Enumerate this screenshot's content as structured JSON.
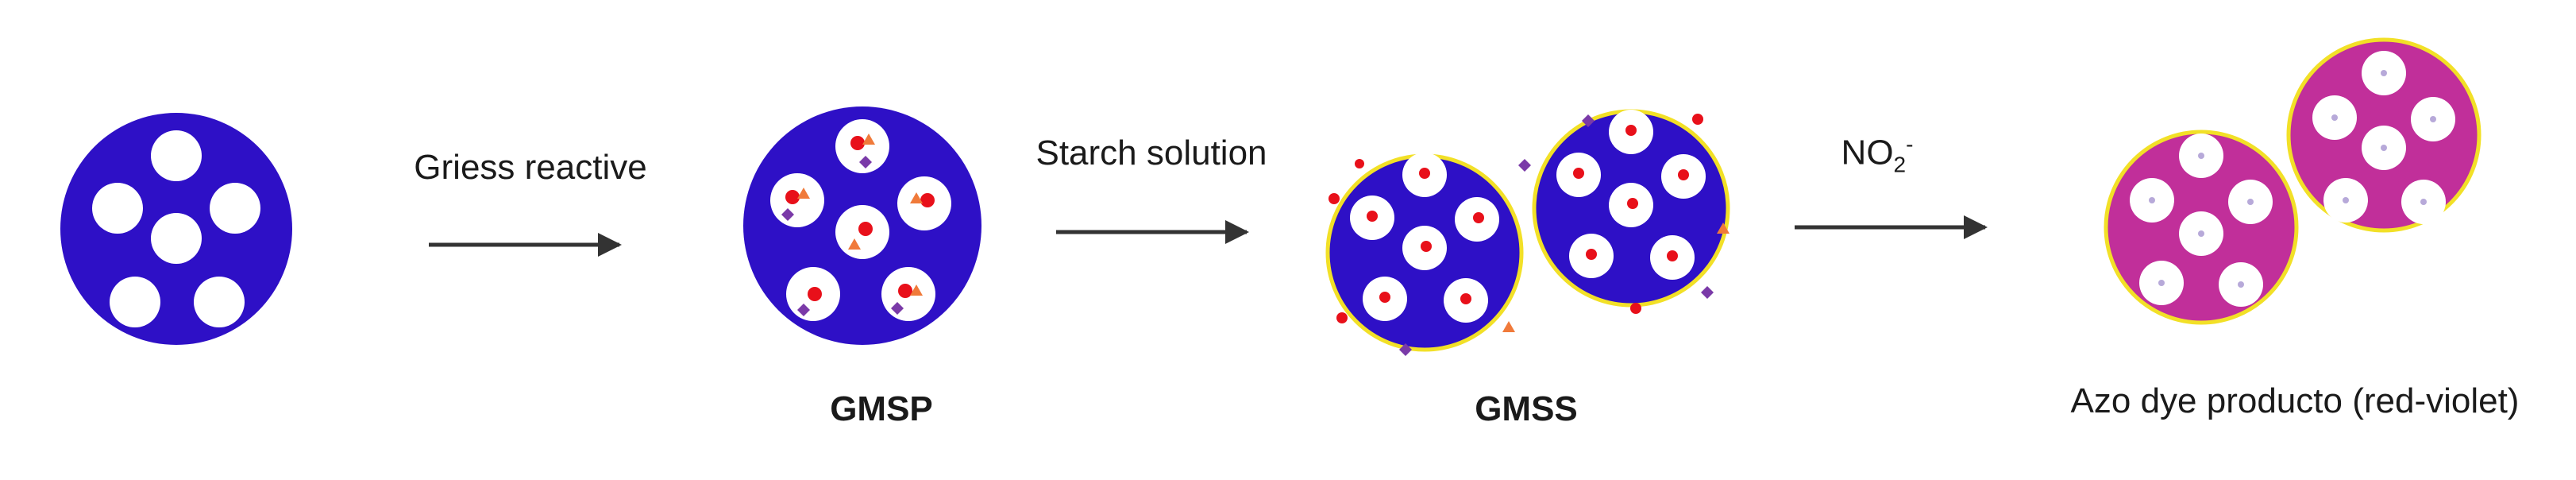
{
  "steps": {
    "step1": {
      "label": "Griess reactive"
    },
    "step2": {
      "label": "Starch solution"
    },
    "step3": {
      "label_main": "NO",
      "label_sub": "2",
      "label_sup": "-"
    }
  },
  "particles": {
    "gmsp": {
      "name": "GMSP"
    },
    "gmss": {
      "name": "GMSS"
    },
    "product": {
      "name": "Azo dye producto (red-violet)"
    }
  },
  "colors": {
    "silica": "#2e10c6",
    "pore": "#ffffff",
    "dye": "#c12f9a",
    "coating_rim": "#f2e027",
    "griess_red": "#e8101a",
    "griess_orange": "#f07a3a",
    "griess_violet": "#7a3aa8"
  }
}
